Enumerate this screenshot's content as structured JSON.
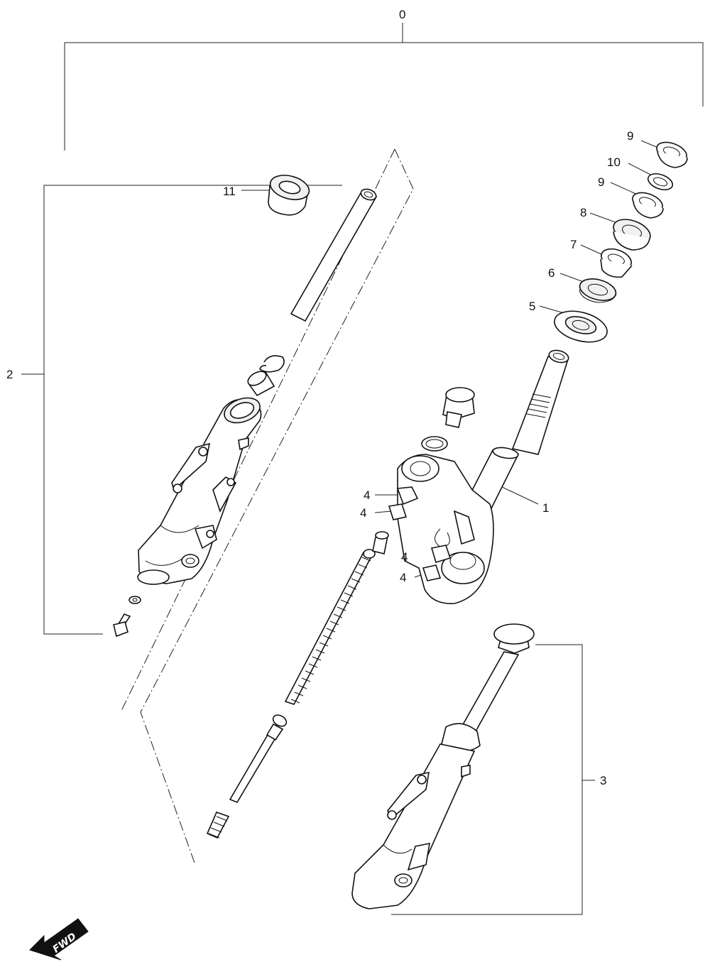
{
  "callouts": {
    "c0": "0",
    "c1": "1",
    "c2": "2",
    "c3": "3",
    "c4a": "4",
    "c4b": "4",
    "c4c": "4",
    "c4d": "4",
    "c5": "5",
    "c6": "6",
    "c7": "7",
    "c8": "8",
    "c9a": "9",
    "c9b": "9",
    "c10": "10",
    "c11": "11"
  },
  "direction_arrow": {
    "label": "FWD",
    "icon": "fwd-arrow-icon"
  }
}
